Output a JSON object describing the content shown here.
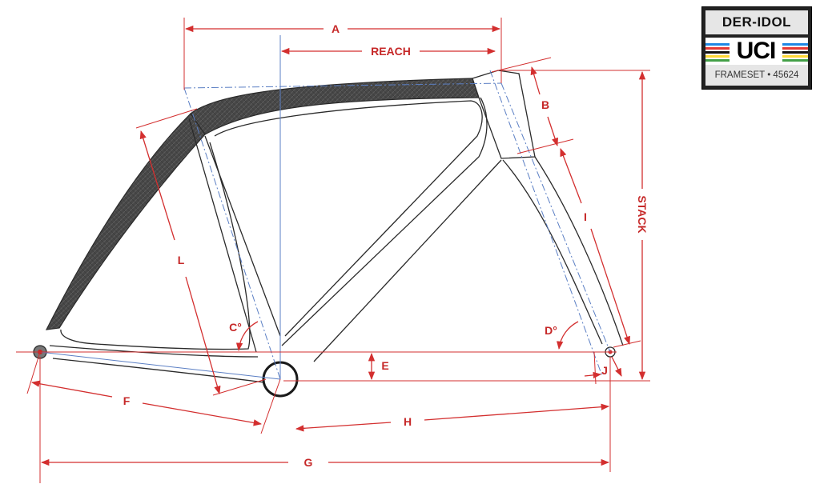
{
  "labels": {
    "a": "A",
    "reach": "REACH",
    "b": "B",
    "stack": "STACK",
    "i": "I",
    "l": "L",
    "c": "C°",
    "d": "D°",
    "e": "E",
    "j": "J",
    "f": "F",
    "h": "H",
    "g": "G"
  },
  "badge": {
    "top": "DER-IDOL",
    "middle": "UCI",
    "bottom": "FRAMESET • 45624"
  },
  "colors": {
    "dimension": "#d32f2f",
    "centerline": "#5b7fc4",
    "frame_outline": "#2a2a2a",
    "carbon_fill": "#4a4a4a"
  }
}
